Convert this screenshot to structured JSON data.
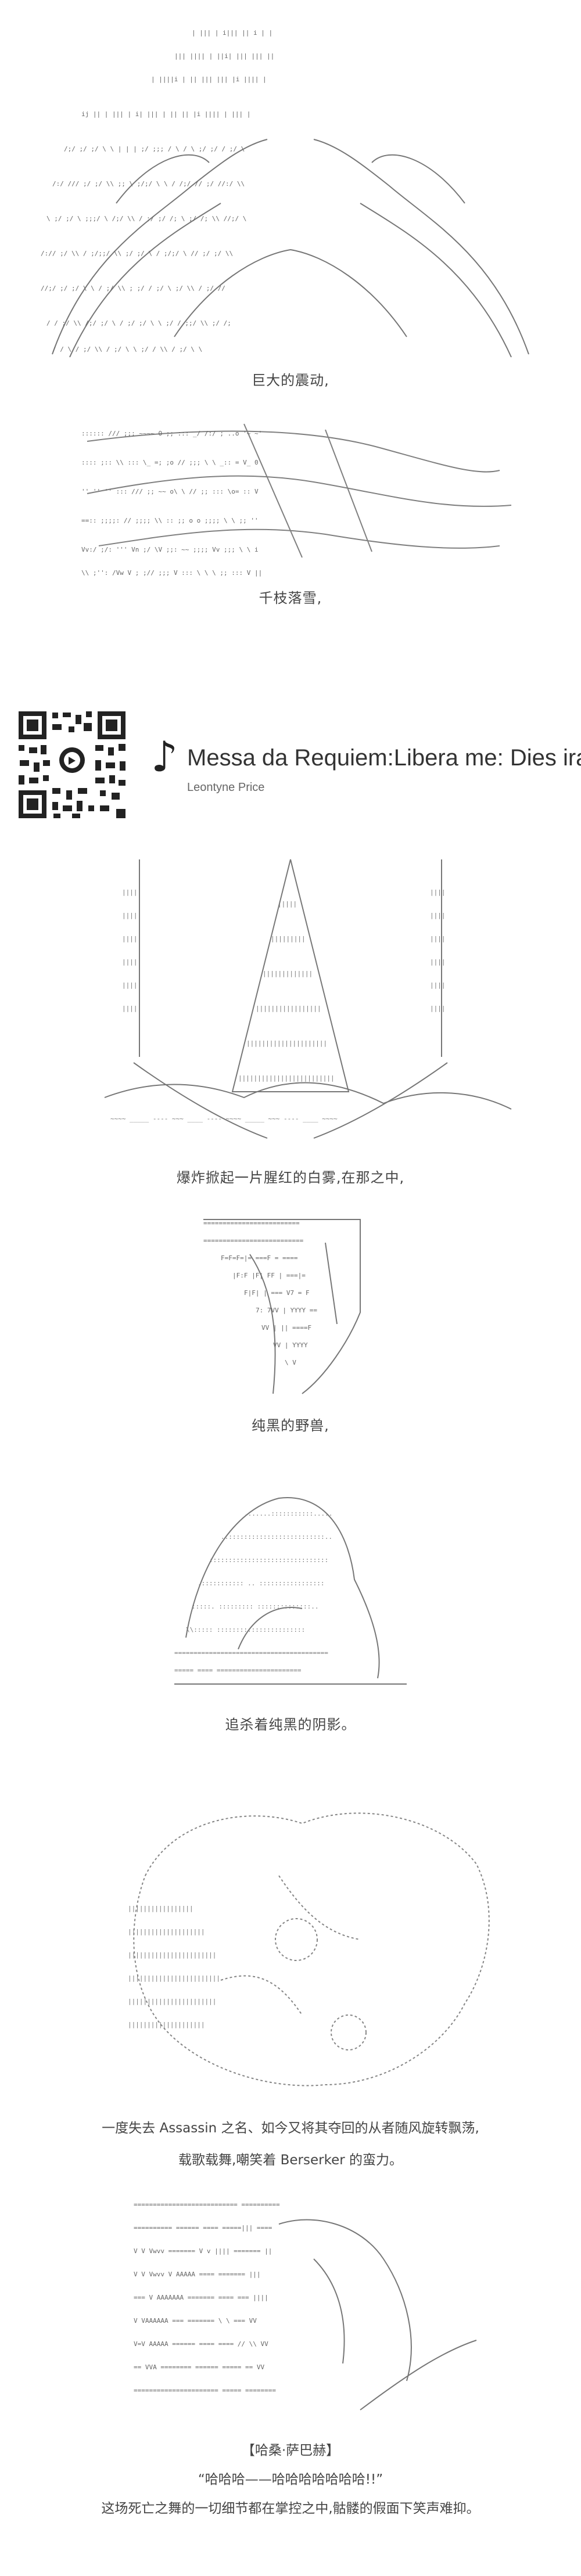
{
  "panels": [
    {
      "caption": "巨大的震动,"
    },
    {
      "caption": "千枝落雪,"
    },
    {
      "caption": "爆炸掀起一片腥红的白雾,在那之中,"
    },
    {
      "caption": "纯黑的野兽,"
    },
    {
      "caption": "追杀着纯黑的阴影。"
    },
    {
      "caption": "一度失去 Assassin 之名、如今又将其夺回的从者随风旋转飘荡,"
    },
    {
      "caption": "载歌载舞,嘲笑着 Berserker 的蛮力。"
    }
  ],
  "music": {
    "title": "Messa da Requiem:Libera me: Dies irae",
    "artist": "Leontyne Price",
    "qr_icon": "qr-code-icon",
    "note_icon": "music-note-icon",
    "note_glyph": "♪"
  },
  "final": {
    "speaker": "【哈桑·萨巴赫】",
    "quote": "“哈哈哈——哈哈哈哈哈哈哈!!”",
    "line": "这场死亡之舞的一切细节都在掌控之中,骷髅的假面下笑声难抑。"
  }
}
